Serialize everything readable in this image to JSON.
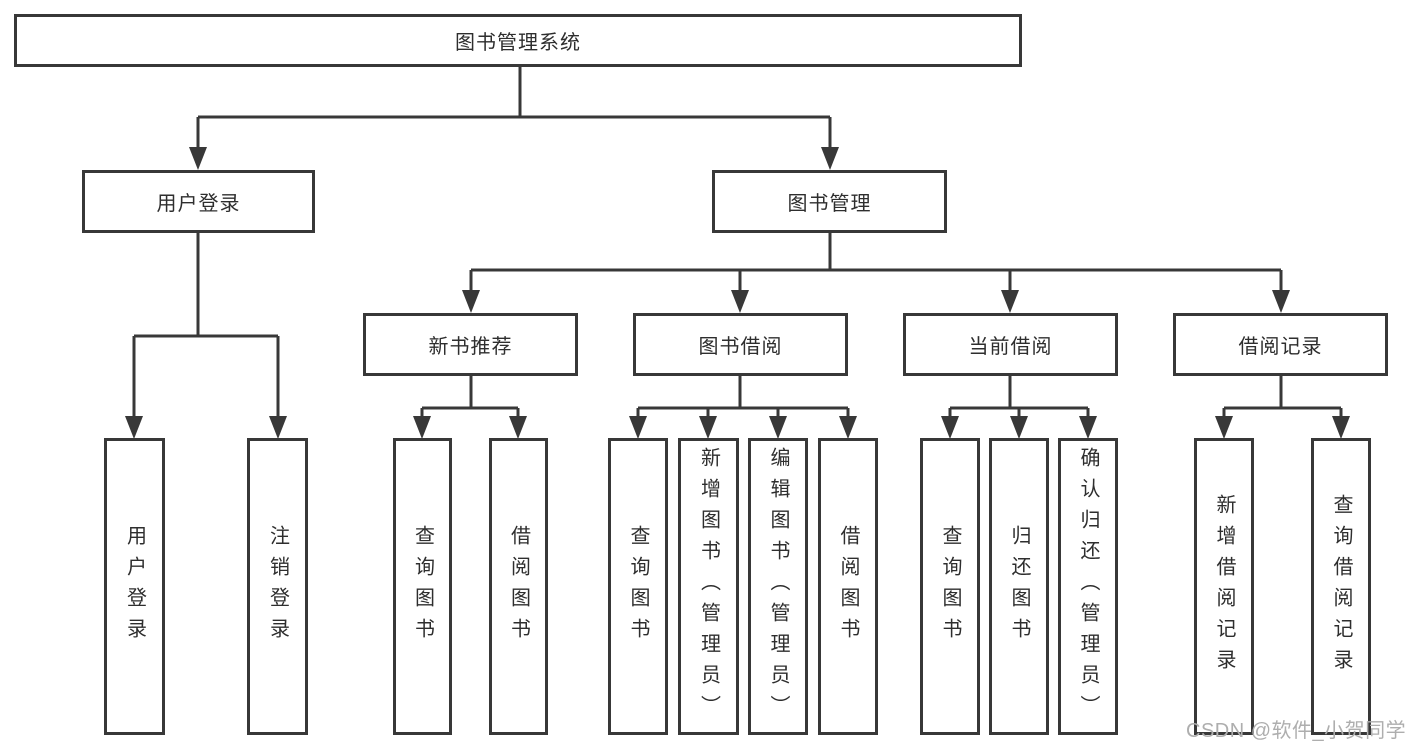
{
  "tree": {
    "root": {
      "label": "图书管理系统"
    },
    "branches": [
      {
        "label": "用户登录",
        "children": [
          {
            "label": "用户登录"
          },
          {
            "label": "注销登录"
          }
        ]
      },
      {
        "label": "图书管理",
        "children": [
          {
            "label": "新书推荐",
            "children": [
              {
                "label": "查询图书"
              },
              {
                "label": "借阅图书"
              }
            ]
          },
          {
            "label": "图书借阅",
            "children": [
              {
                "label": "查询图书"
              },
              {
                "label": "新增图书（管理员）"
              },
              {
                "label": "编辑图书（管理员）"
              },
              {
                "label": "借阅图书"
              }
            ]
          },
          {
            "label": "当前借阅",
            "children": [
              {
                "label": "查询图书"
              },
              {
                "label": "归还图书"
              },
              {
                "label": "确认归还（管理员）"
              }
            ]
          },
          {
            "label": "借阅记录",
            "children": [
              {
                "label": "新增借阅记录"
              },
              {
                "label": "查询借阅记录"
              }
            ]
          }
        ]
      }
    ]
  },
  "watermark": {
    "text": "CSDN @软件_小贺同学"
  },
  "colors": {
    "line": "#383838",
    "text": "#2e2e2e",
    "watermark": "#aeaeae",
    "background": "#ffffff"
  }
}
